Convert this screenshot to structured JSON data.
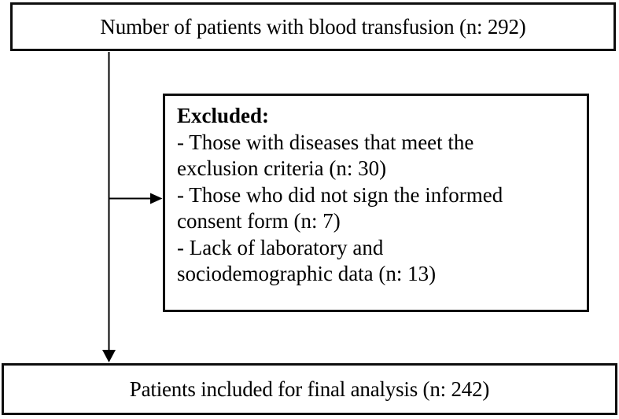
{
  "diagram": {
    "top_box": {
      "label": "Number of patients with blood transfusion (n: 292)",
      "n": 292
    },
    "excluded_box": {
      "title": "Excluded:",
      "lines": [
        "- Those with diseases that meet the",
        "exclusion criteria (n: 30)",
        "- Those who did not sign the informed",
        "consent form (n: 7)",
        "- Lack of laboratory and",
        "sociodemographic data (n: 13)"
      ],
      "counts": {
        "exclusion_criteria": 30,
        "no_informed_consent": 7,
        "missing_data": 13
      }
    },
    "bottom_box": {
      "label": "Patients included for final analysis (n: 242)",
      "n": 242
    },
    "colors": {
      "background": "#ffffff",
      "border": "#0d0d0d",
      "text": "#000000",
      "arrow": "#000000"
    }
  }
}
